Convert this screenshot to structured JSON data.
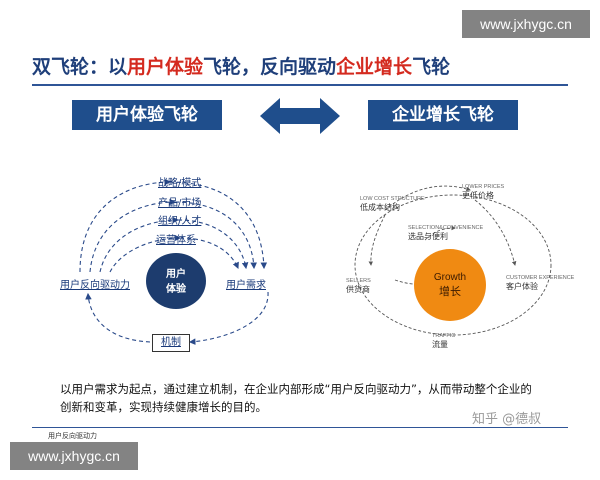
{
  "title": {
    "part1": "双飞轮：以",
    "part2": "用户体验",
    "part3": "飞轮，反向驱动",
    "part4": "企业增长",
    "part5": "飞轮"
  },
  "left_header": "用户体验飞轮",
  "right_header": "企业增长飞轮",
  "left_diagram": {
    "stages": [
      "战略/模式",
      "产品/市场",
      "组织/人才",
      "运营体系"
    ],
    "left_node": "用户反向驱动力",
    "right_node": "用户需求",
    "mechanism": "机制",
    "core": [
      "用户",
      "体验"
    ]
  },
  "right_diagram": {
    "core_en": "Growth",
    "core_cn": "增长",
    "nodes": [
      {
        "en": "LOW COST STRUCTURE",
        "cn": "低成本结构"
      },
      {
        "en": "LOWER PRICES",
        "cn": "更低价格"
      },
      {
        "en": "SELECTION&CONVENIENCE",
        "cn": "选品与便利"
      },
      {
        "en": "SELLERS",
        "cn": "供货商"
      },
      {
        "en": "CUSTOMER EXPERIENCE",
        "cn": "客户体验"
      },
      {
        "en": "TRAFFIC",
        "cn": "流量"
      }
    ]
  },
  "caption": "以用户需求为起点，通过建立机制，在企业内部形成“用户反向驱动力”，从而带动整个企业的创新和变革，实现持续健康增长的目的。",
  "footer": "用户反向驱动力",
  "watermark_top": "www.jxhygc.cn",
  "watermark_bottom": "www.jxhygc.cn",
  "zhihu_mark": "知乎 @德叔",
  "colors": {
    "navy": "#1f4e8c",
    "red": "#d42a1f",
    "orange": "#f08a12",
    "core_dark": "#1d3c6e"
  }
}
